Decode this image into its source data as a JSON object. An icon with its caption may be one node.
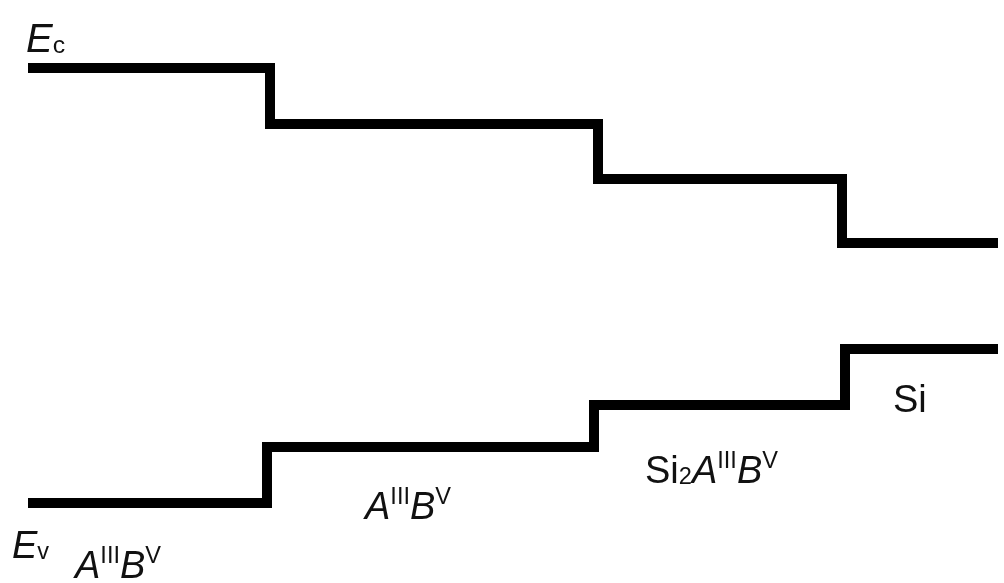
{
  "diagram": {
    "labels": [
      "*E*$_{c}$",
      "Si",
      "Si$_{2}$*A*$^{III}$*B*$^{V}$",
      "*A*$^{III}$*B*$^{V}$",
      "*E*$_{v}$",
      "*A*$^{III}$*B*$^{V}$"
    ]
  }
}
